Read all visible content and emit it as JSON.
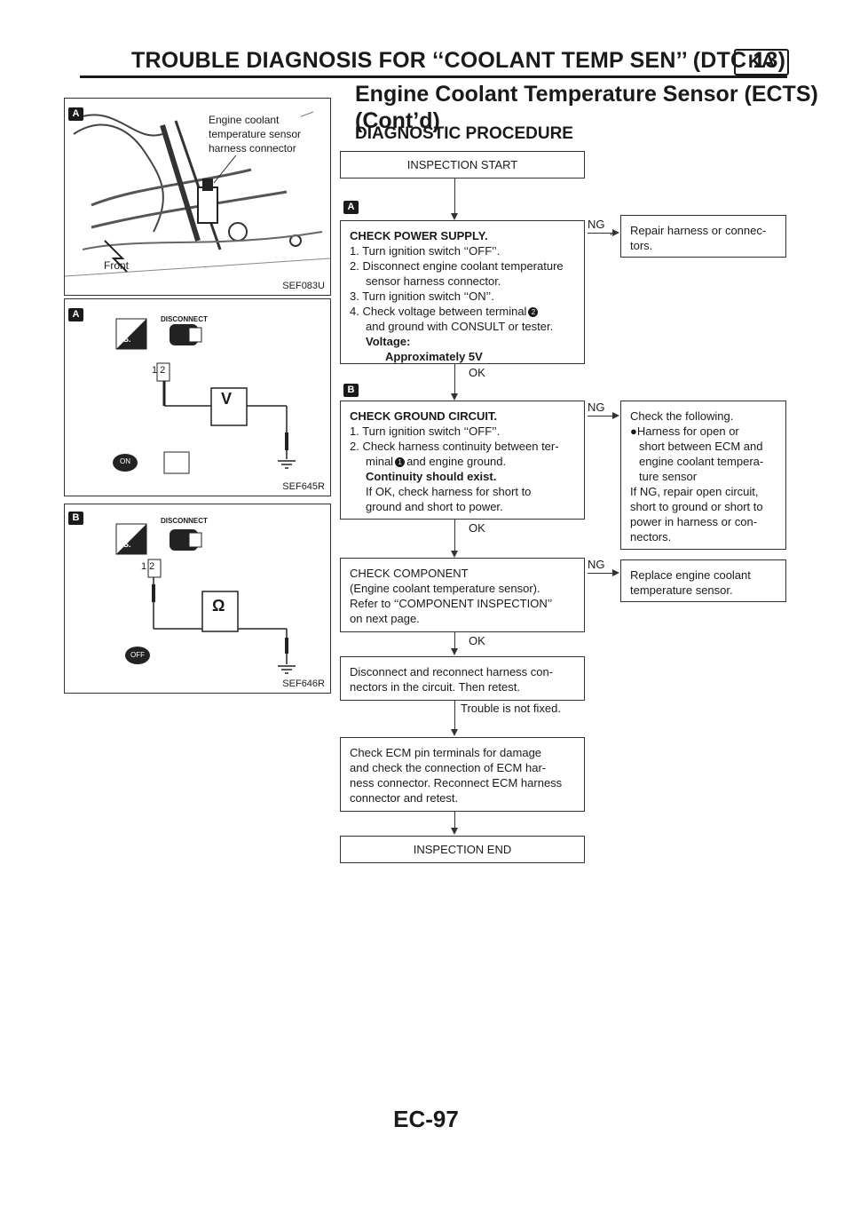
{
  "header": {
    "title": "TROUBLE DIAGNOSIS FOR ‘‘COOLANT TEMP SEN’’ (DTC 13)",
    "badge": "KA",
    "section_line1": "Engine Coolant Temperature Sensor (ECTS)",
    "section_line2": "(Cont’d)",
    "procedure_title": "DIAGNOSTIC PROCEDURE"
  },
  "figures": [
    {
      "code": "SEF083U",
      "label_1": "Engine coolant",
      "label_2": "temperature sensor",
      "label_3": "harness connector",
      "label_front": "Front",
      "marker": "A"
    },
    {
      "code": "SEF645R",
      "connector": "DISCONNECT",
      "ts": "T.S.",
      "pins": "1 2",
      "meter": "V",
      "key": "ON",
      "marker": "A"
    },
    {
      "code": "SEF646R",
      "connector": "DISCONNECT",
      "ts": "T.S.",
      "pins": "1 2",
      "meter": "Ω",
      "key": "OFF",
      "marker": "B"
    }
  ],
  "flow": {
    "start": "INSPECTION START",
    "step_a": {
      "marker": "A",
      "title": "CHECK POWER SUPPLY.",
      "line1": "1. Turn ignition switch ‘‘OFF’’.",
      "line2a": "2. Disconnect engine coolant temperature",
      "line2b": "sensor harness connector.",
      "line3": "3. Turn ignition switch ‘‘ON’’.",
      "line4a": "4. Check voltage between terminal",
      "terminal": "2",
      "line4b": "and ground with CONSULT or tester.",
      "spec_label": "Voltage:",
      "spec_value": "Approximately 5V",
      "ok": "OK",
      "ng": "NG",
      "ng_action_1": "Repair harness or connec-",
      "ng_action_2": "tors."
    },
    "step_b": {
      "marker": "B",
      "title": "CHECK GROUND CIRCUIT.",
      "line1": "1. Turn ignition switch ‘‘OFF’’.",
      "line2a": "2. Check harness continuity between ter-",
      "line2b_pre": "minal",
      "terminal": "1",
      "line2b_post": "and engine ground.",
      "spec": "Continuity should exist.",
      "line3a": "If OK, check harness for short to",
      "line3b": "ground and short to power.",
      "ok": "OK",
      "ng": "NG",
      "ng_1": "Check the following.",
      "ng_2": "Harness for open or",
      "ng_3": "short between ECM and",
      "ng_4": "engine coolant tempera-",
      "ng_5": "ture sensor",
      "ng_6": "If NG, repair open circuit,",
      "ng_7": "short to ground or short to",
      "ng_8": "power in harness or con-",
      "ng_9": "nectors."
    },
    "step_c": {
      "line1": "CHECK COMPONENT",
      "line2": "(Engine coolant temperature sensor).",
      "line3": "Refer to ‘‘COMPONENT INSPECTION’’",
      "line4": "on next page.",
      "ok": "OK",
      "ng": "NG",
      "ng_1": "Replace engine coolant",
      "ng_2": "temperature sensor."
    },
    "step_d": {
      "line1": "Disconnect and reconnect harness con-",
      "line2": "nectors in the circuit. Then retest.",
      "result": "Trouble is not fixed."
    },
    "step_e": {
      "line1": "Check ECM pin terminals for damage",
      "line2": "and check the connection of ECM har-",
      "line3": "ness connector. Reconnect ECM harness",
      "line4": "connector and retest."
    },
    "end": "INSPECTION END"
  },
  "footer": {
    "page": "EC-97"
  }
}
